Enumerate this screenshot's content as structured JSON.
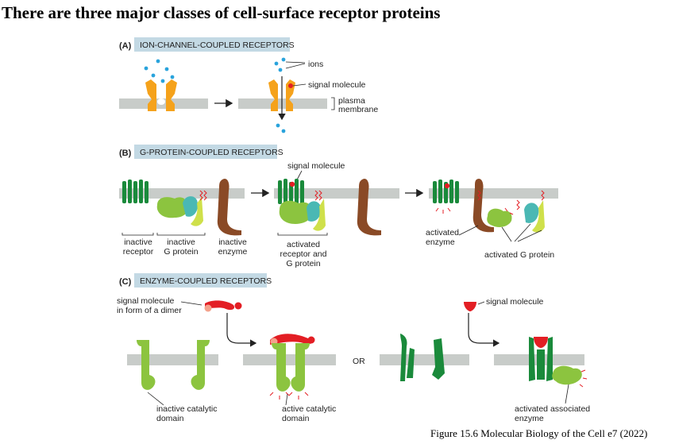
{
  "title": "There are three major classes of cell-surface receptor proteins",
  "caption": "Figure 15.6 Molecular Biology of the Cell e7 (2022)",
  "colors": {
    "membrane": "#c8ccc9",
    "header_box": "#c3d9e4",
    "orange": "#f5a21b",
    "green_receptor": "#1a8a3b",
    "green_g": "#8cc43f",
    "teal": "#4ab8b4",
    "yellow_green": "#cfe04a",
    "brown": "#8a4a26",
    "red": "#e31e24",
    "salmon": "#f4a28c",
    "ion_blue": "#29a3dc"
  },
  "panels": {
    "a": {
      "letter": "(A)",
      "title": "ION-CHANNEL-COUPLED RECEPTORS",
      "labels": {
        "ions": "ions",
        "signal_molecule": "signal molecule",
        "plasma": "plasma",
        "membrane": "membrane"
      }
    },
    "b": {
      "letter": "(B)",
      "title": "G-PROTEIN-COUPLED RECEPTORS",
      "labels": {
        "signal_molecule": "signal molecule",
        "inactive_receptor_1": "inactive",
        "inactive_receptor_2": "receptor",
        "inactive_g_1": "inactive",
        "inactive_g_2": "G protein",
        "inactive_enzyme_1": "inactive",
        "inactive_enzyme_2": "enzyme",
        "activated_rg_1": "activated",
        "activated_rg_2": "receptor and",
        "activated_rg_3": "G protein",
        "activated_enzyme_1": "activated",
        "activated_enzyme_2": "enzyme",
        "activated_g": "activated G protein"
      }
    },
    "c": {
      "letter": "(C)",
      "title": "ENZYME-COUPLED RECEPTORS",
      "labels": {
        "signal_dimer_1": "signal molecule",
        "signal_dimer_2": "in form of a dimer",
        "signal_molecule": "signal molecule",
        "or": "OR",
        "inactive_cat_1": "inactive catalytic",
        "inactive_cat_2": "domain",
        "active_cat_1": "active catalytic",
        "active_cat_2": "domain",
        "activated_assoc_1": "activated associated",
        "activated_assoc_2": "enzyme"
      }
    }
  }
}
